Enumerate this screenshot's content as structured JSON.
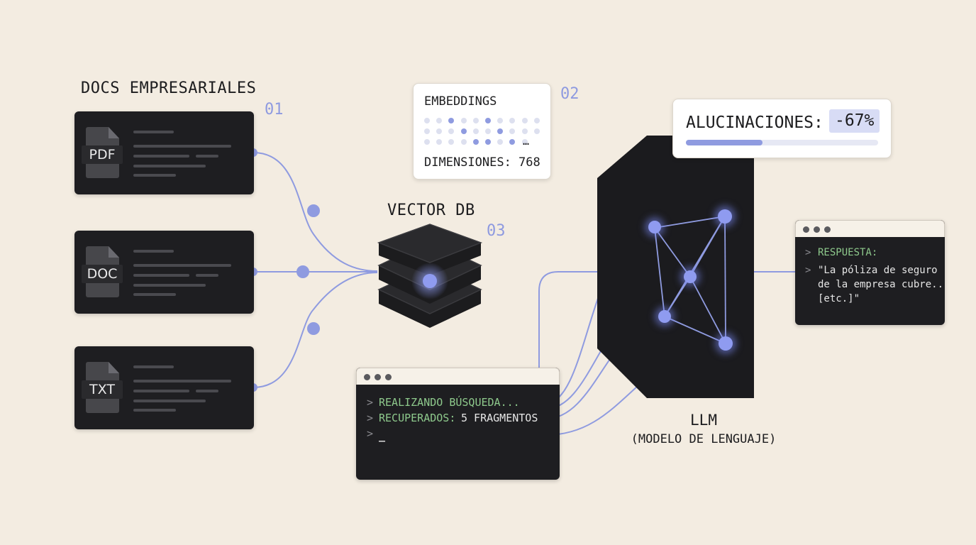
{
  "docs": {
    "title": "DOCS EMPRESARIALES",
    "step": "01",
    "files": [
      {
        "type": "PDF"
      },
      {
        "type": "DOC"
      },
      {
        "type": "TXT"
      }
    ]
  },
  "embeddings": {
    "step": "02",
    "title": "EMBEDDINGS",
    "ellipsis": "…",
    "dimensions_label": "DIMENSIONES: 768"
  },
  "vector_db": {
    "title": "VECTOR DB",
    "step": "03"
  },
  "search_terminal": {
    "prompt": ">",
    "line1": "REALIZANDO BÚSQUEDA...",
    "line2_label": "RECUPERADOS:",
    "line2_value": "5 FRAGMENTOS",
    "cursor": "_"
  },
  "hallucinations": {
    "label": "ALUCINACIONES:",
    "value": "-67%",
    "progress": 0.4
  },
  "llm": {
    "title": "LLM",
    "subtitle": "(MODELO DE LENGUAJE)"
  },
  "answer_terminal": {
    "prompt": ">",
    "label": "RESPUESTA:",
    "line1": "\"La póliza de seguro",
    "line2": "de la empresa cubre...",
    "line3": "[etc.]\""
  },
  "colors": {
    "accent": "#8f9be0",
    "background": "#f3ece1",
    "card_dark": "#1e1e21",
    "terminal_green": "#8ec98c"
  },
  "icons": [
    "file-pdf-icon",
    "file-doc-icon",
    "file-txt-icon",
    "database-icon",
    "neural-network-icon",
    "window-dots-icon"
  ]
}
